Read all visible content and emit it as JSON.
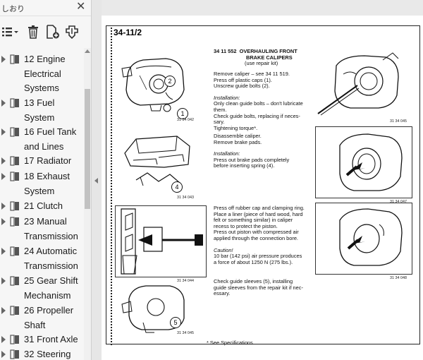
{
  "sidebar": {
    "title": "しおり",
    "close_glyph": "✕",
    "items": [
      {
        "label": "12 Engine Electrical Systems"
      },
      {
        "label": "13 Fuel System"
      },
      {
        "label": "16 Fuel Tank and Lines"
      },
      {
        "label": "17 Radiator"
      },
      {
        "label": "18 Exhaust System"
      },
      {
        "label": "21 Clutch"
      },
      {
        "label": "23 Manual Transmission"
      },
      {
        "label": "24 Automatic Transmission"
      },
      {
        "label": "25 Gear Shift Mechanism"
      },
      {
        "label": "26 Propeller Shaft"
      },
      {
        "label": "31 Front Axle"
      },
      {
        "label": "32 Steering"
      }
    ]
  },
  "page": {
    "page_id": "34-11/2",
    "header": {
      "code": "34 11 552",
      "title_line1": "OVERHAULING FRONT",
      "title_line2": "BRAKE CALIPERS",
      "subtitle": "(use repair kit)"
    },
    "section1": {
      "lines": [
        "Remove caliper – see 34 11 519.",
        "Press off plastic caps (1).",
        "Unscrew guide bolts (2)."
      ],
      "installation_label": "Installation:",
      "install_lines": [
        "Only clean guide bolts – don't lubricate",
        "them.",
        "Check guide bolts, replacing if neces-",
        "sary.",
        "Tightening torque*."
      ]
    },
    "section2": {
      "lines": [
        "Disassemble caliper.",
        "Remove brake pads."
      ],
      "installation_label": "Installation:",
      "install_lines": [
        "Press out brake pads completely",
        "before inserting spring (4)."
      ]
    },
    "section3": {
      "lines": [
        "Press off rubber cap and clamping ring.",
        "Place a liner (piece of hard wood, hard",
        "felt or something similar) in caliper",
        "recess to protect the piston.",
        "Press out piston with compressed air",
        "applied through the connection bore."
      ],
      "caution_label": "Caution!",
      "caution_lines": [
        "10 bar (142 psi) air pressure produces",
        "a force of about 1250 N (275 lbs.)."
      ]
    },
    "section4": {
      "lines": [
        "Check guide sleeves (5), installing",
        "guide sleeves from the repair kit if nec-",
        "essary."
      ]
    },
    "footnote": "* See Specifications",
    "figures": {
      "f1": "31 34 042",
      "f2": "31 34 045",
      "f3": "31 34 043",
      "f4": "31 34 047",
      "f5": "31 34 044",
      "f6": "31 34 048",
      "f7": "31 34 045"
    },
    "callouts": {
      "c1": "1",
      "c2": "2",
      "c4": "4",
      "c5": "5"
    }
  }
}
